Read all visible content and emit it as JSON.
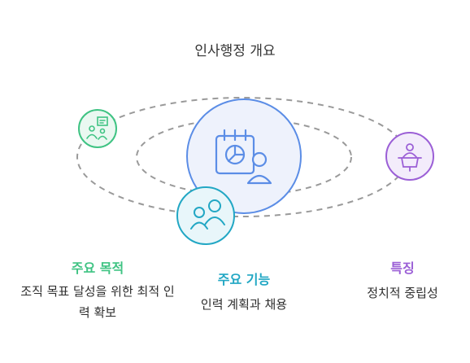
{
  "title": "인사행정 개요",
  "colors": {
    "green": "#3fc383",
    "blue": "#5b8de6",
    "cyan": "#22a7c4",
    "purple": "#9b5fd6",
    "orbit": "#9a9a9a"
  },
  "nodes": {
    "center": {
      "icon": "calendar-chart-person-icon"
    },
    "goal": {
      "icon": "presentation-team-icon",
      "heading": "주요 목적",
      "desc": "조직 목표 달성을 위한 최적 인력 확보"
    },
    "function": {
      "icon": "people-group-icon",
      "heading": "주요 기능",
      "desc": "인력 계획과 채용"
    },
    "feature": {
      "icon": "podium-speaker-icon",
      "heading": "특징",
      "desc": "정치적 중립성"
    }
  }
}
